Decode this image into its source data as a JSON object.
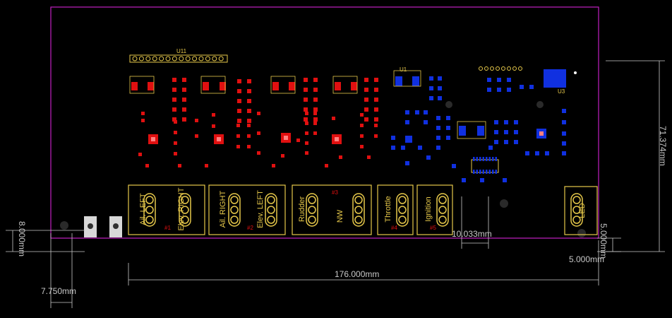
{
  "dimensions": {
    "top_left": "8.000mm",
    "bottom_left": "7.750mm",
    "middle": "10.033mm",
    "bottom_right": "5.000mm",
    "right_small": "5.000mm",
    "overall_width": "176.000mm",
    "overall_height": "71.374mm"
  },
  "refdes": {
    "u11": "U11",
    "u1": "U1",
    "u3": "U3"
  },
  "connectors": [
    {
      "label_a": "Ail. LEFT",
      "label_b": "Elev. RIGHT",
      "group": "#1"
    },
    {
      "label_a": "Ail. RIGHT",
      "label_b": "Elev. LEFT",
      "group": "#2"
    },
    {
      "label_a": "Rudder",
      "label_b": "NW",
      "group": "#3"
    },
    {
      "label_a": "Throttle",
      "label_b": "",
      "group": "#4"
    },
    {
      "label_a": "Ignition",
      "label_b": "",
      "group": "#5"
    },
    {
      "label_a": "LED",
      "label_b": "",
      "group": ""
    }
  ],
  "colors": {
    "board_outline": "#c020c0",
    "silkscreen": "#e6c84a",
    "top_pad": "#e01010",
    "bottom_pad": "#1030e0",
    "dim_line": "#c8c8c8"
  }
}
